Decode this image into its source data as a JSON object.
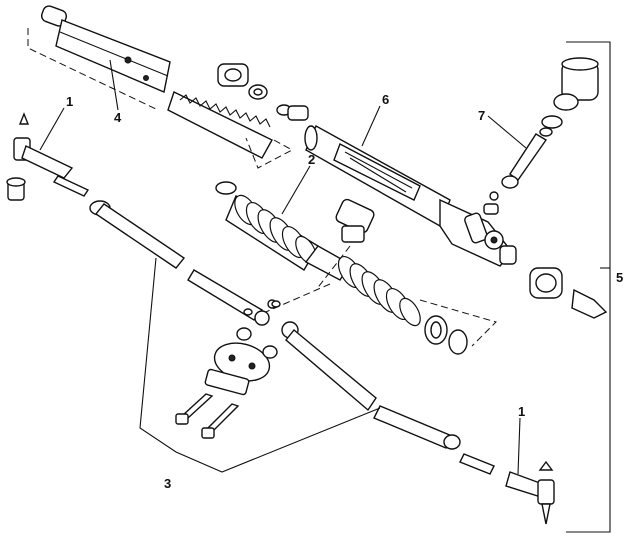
{
  "diagram": {
    "callouts": [
      {
        "id": "c1a",
        "text": "1"
      },
      {
        "id": "c1b",
        "text": "1"
      },
      {
        "id": "c2",
        "text": "2"
      },
      {
        "id": "c3",
        "text": "3"
      },
      {
        "id": "c4",
        "text": "4"
      },
      {
        "id": "c5",
        "text": "5"
      },
      {
        "id": "c6",
        "text": "6"
      },
      {
        "id": "c7",
        "text": "7"
      }
    ]
  }
}
